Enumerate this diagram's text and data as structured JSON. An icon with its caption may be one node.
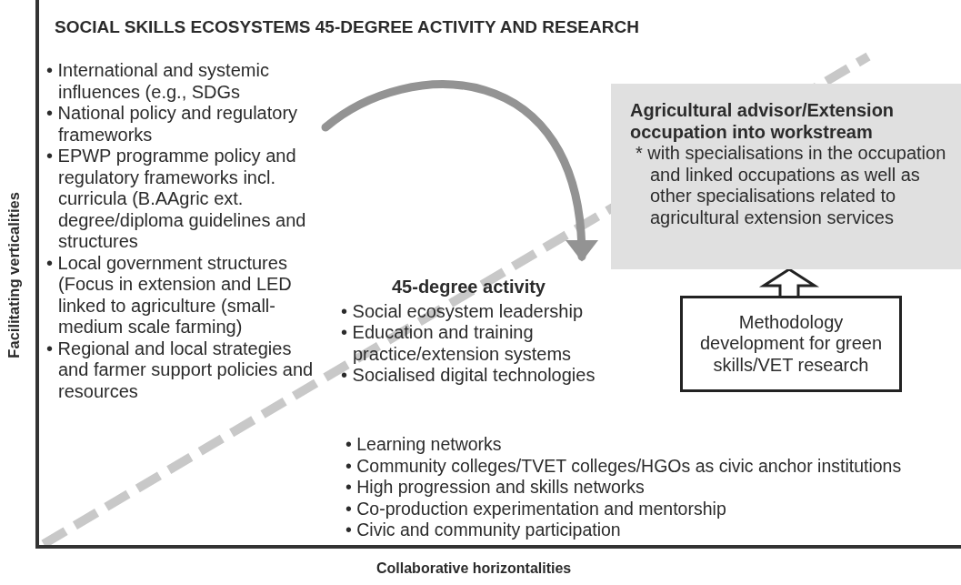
{
  "diagram": {
    "title": "SOCIAL SKILLS ECOSYSTEMS 45-DEGREE ACTIVITY AND RESEARCH",
    "nodes": [
      {
        "text": [
          "Agricultural advisor/Extension occupation into workstream",
          "* with specialisations in the occupation and linked occupations as well as other specialisations related to agricultural extension services"
        ]
      },
      {
        "text": [
          "Methodology development for green skills/VET research"
        ]
      },
      {
        "text": [
          "45-degree activity",
          "• Social ecosystem leadership",
          "• Education and training practice/extension systems",
          "• Socialised digital technologies"
        ]
      }
    ],
    "edges": [
      {
        "from": 1,
        "to": 0,
        "arrow": "to"
      },
      {
        "from": null,
        "to": 2,
        "arrow": "to"
      }
    ],
    "labels": [
      "• International and systemic influences (e.g., SDGs",
      "• National policy and regulatory frameworks",
      "• EPWP programme policy and regulatory frameworks incl. curricula (B.AAgric ext. degree/diploma guidelines and structures",
      "• Local government structures (Focus in extension and LED linked to agriculture (small-medium scale farming)",
      "• Regional and local strategies and farmer support policies and resources",
      "• Learning networks",
      "• Community colleges/TVET colleges/HGOs as civic anchor institutions",
      "• High progression and skills networks",
      "• Co-production experimentation and mentorship",
      "• Civic and community participation",
      "Facilitating verticalities",
      "Collaborative horizontalities"
    ]
  }
}
